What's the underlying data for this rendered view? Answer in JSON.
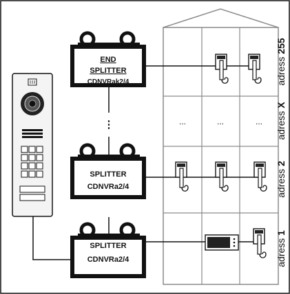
{
  "splitters": {
    "top": {
      "line1": "END",
      "line2": "SPLITTER",
      "line3": "CDNVRak2/4"
    },
    "middle": {
      "line1": "SPLITTER",
      "line2": "CDNVRa2/4"
    },
    "bottom": {
      "line1": "SPLITTER",
      "line2": "CDNVRa2/4"
    }
  },
  "vertical_ellipsis": "⋮",
  "floor_ellipsis": "...",
  "floors": [
    {
      "prefix": "adress ",
      "number": "255"
    },
    {
      "prefix": "adress ",
      "number": "X"
    },
    {
      "prefix": "adress ",
      "number": "2"
    },
    {
      "prefix": "adress ",
      "number": "1"
    }
  ],
  "colors": {
    "line": "#111111",
    "building": "#8a8a8a",
    "panel": "#f4f4f4"
  }
}
